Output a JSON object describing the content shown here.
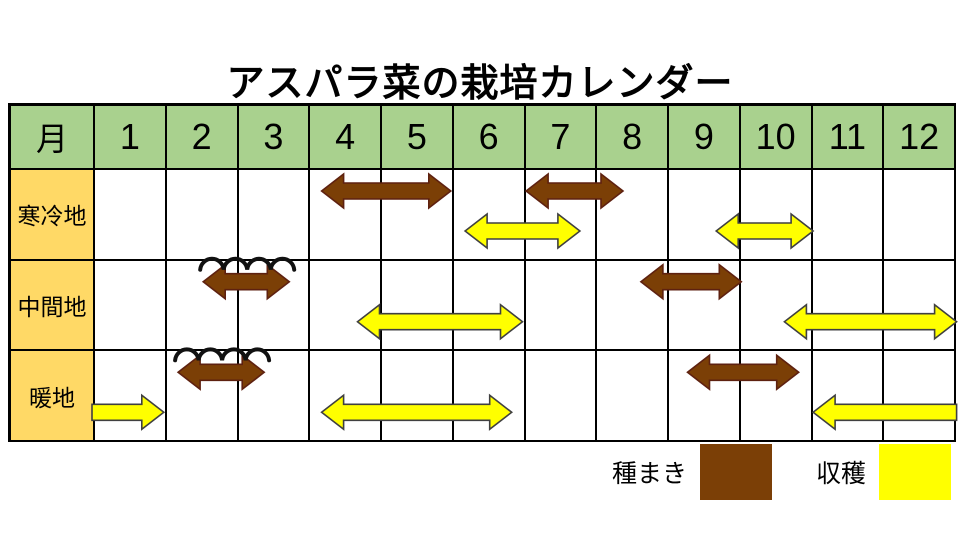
{
  "title": "アスパラ菜の栽培カレンダー",
  "table": {
    "corner_label": "月",
    "months": [
      "1",
      "2",
      "3",
      "4",
      "5",
      "6",
      "7",
      "8",
      "9",
      "10",
      "11",
      "12"
    ],
    "regions": [
      "寒冷地",
      "中間地",
      "暖地"
    ]
  },
  "legend": {
    "items": [
      {
        "label": "種まき",
        "color": "#7B3F06"
      },
      {
        "label": "収穫",
        "color": "#FFFF00"
      }
    ]
  },
  "colors": {
    "header_green": "#A9D18E",
    "region_gold": "#FFD966",
    "sowing_fill": "#7B3F06",
    "sowing_outline": "#5E2110",
    "harvest_fill": "#FFFF00",
    "harvest_outline": "#404040",
    "cover_line": "#111111",
    "grid": "#000000"
  },
  "chart_data": {
    "type": "bar",
    "variant": "gantt-cultivation-calendar",
    "title": "アスパラ菜の栽培カレンダー",
    "xlabel": "月",
    "x_axis": {
      "ticks": [
        1,
        2,
        3,
        4,
        5,
        6,
        7,
        8,
        9,
        10,
        11,
        12
      ],
      "range": [
        1,
        13
      ],
      "grid": true
    },
    "legend_position": "bottom-right",
    "rows": [
      {
        "region": "寒冷地",
        "spans": [
          {
            "kind": "種まき",
            "lane": "top",
            "start": 4.2,
            "end": 6.0,
            "heads": "both",
            "cover": false
          },
          {
            "kind": "収穫",
            "lane": "bottom",
            "start": 6.2,
            "end": 7.8,
            "heads": "both",
            "cover": false
          },
          {
            "kind": "種まき",
            "lane": "top",
            "start": 7.05,
            "end": 8.4,
            "heads": "both",
            "cover": false
          },
          {
            "kind": "収穫",
            "lane": "bottom",
            "start": 9.7,
            "end": 11.05,
            "heads": "both",
            "cover": false
          }
        ]
      },
      {
        "region": "中間地",
        "spans": [
          {
            "kind": "種まき",
            "lane": "top",
            "start": 2.55,
            "end": 3.75,
            "heads": "both",
            "cover": true
          },
          {
            "kind": "収穫",
            "lane": "bottom",
            "start": 4.7,
            "end": 7.0,
            "heads": "both",
            "cover": false
          },
          {
            "kind": "種まき",
            "lane": "top",
            "start": 8.65,
            "end": 10.05,
            "heads": "both",
            "cover": false
          },
          {
            "kind": "収穫",
            "lane": "bottom",
            "start": 10.65,
            "end": 13.05,
            "heads": "both",
            "cover": false
          }
        ]
      },
      {
        "region": "暖地",
        "spans": [
          {
            "kind": "収穫",
            "lane": "bottom",
            "start": 1.0,
            "end": 2.0,
            "heads": "right",
            "cover": false
          },
          {
            "kind": "種まき",
            "lane": "top",
            "start": 2.2,
            "end": 3.4,
            "heads": "both",
            "cover": true
          },
          {
            "kind": "収穫",
            "lane": "bottom",
            "start": 4.2,
            "end": 6.85,
            "heads": "both",
            "cover": false
          },
          {
            "kind": "種まき",
            "lane": "top",
            "start": 9.3,
            "end": 10.85,
            "heads": "both",
            "cover": false
          },
          {
            "kind": "収穫",
            "lane": "bottom",
            "start": 11.05,
            "end": 13.05,
            "heads": "left",
            "cover": false
          }
        ]
      }
    ],
    "legend": [
      {
        "label": "種まき",
        "color": "#7B3F06"
      },
      {
        "label": "収穫",
        "color": "#FFFF00"
      }
    ]
  }
}
